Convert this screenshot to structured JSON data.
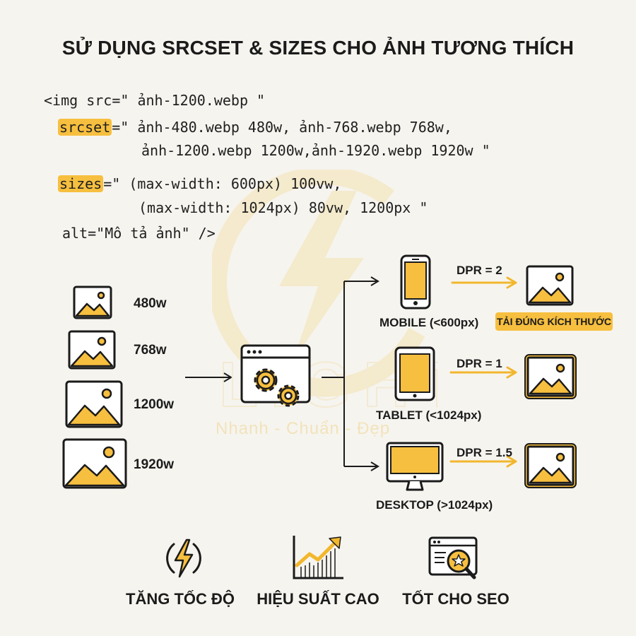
{
  "title": "SỬ DỤNG SRCSET & SIZES CHO ẢNH TƯƠNG THÍCH",
  "code": {
    "line1": "<img src=\" ảnh-1200.webp \"",
    "srcset_attr": "srcset",
    "line2_rest": "=\" ảnh-480.webp 480w, ảnh-768.webp 768w,",
    "line3": "ảnh-1200.webp 1200w,ảnh-1920.webp 1920w \"",
    "sizes_attr": "sizes",
    "line4_rest": "=\" (max-width: 600px) 100vw,",
    "line5": "(max-width: 1024px) 80vw, 1200px \"",
    "line6": "alt=\"Mô tả ảnh\" />"
  },
  "sources": [
    "480w",
    "768w",
    "1200w",
    "1920w"
  ],
  "devices": [
    {
      "label": "MOBILE (<600px)",
      "dpr": "DPR = 2",
      "icon": "phone-icon"
    },
    {
      "label": "TABLET (<1024px)",
      "dpr": "DPR = 1",
      "icon": "tablet-icon"
    },
    {
      "label": "DESKTOP (>1024px)",
      "dpr": "DPR = 1.5",
      "icon": "monitor-icon"
    }
  ],
  "badge": "TẢI ĐÚNG KÍCH THƯỚC",
  "features": [
    {
      "label": "TĂNG TỐC ĐỘ",
      "icon": "lightning-icon"
    },
    {
      "label": "HIỆU SUẤT CAO",
      "icon": "growth-chart-icon"
    },
    {
      "label": "TỐT CHO SEO",
      "icon": "seo-search-icon"
    }
  ],
  "watermark": {
    "logo": "LIGHT",
    "tagline": "Nhanh - Chuẩn - Đẹp"
  },
  "colors": {
    "accent": "#f7bf3f",
    "dark": "#1b1b1b",
    "background": "#f6f4ef"
  }
}
